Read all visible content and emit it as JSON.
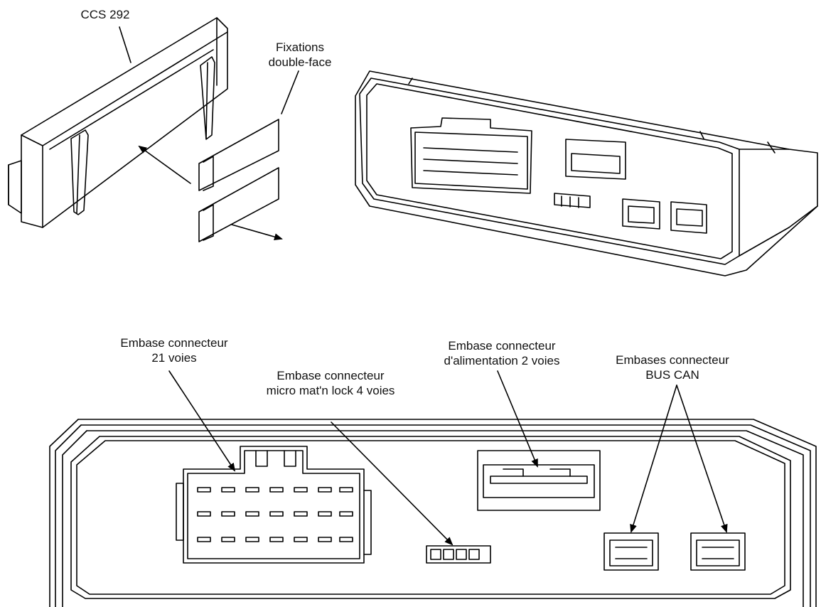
{
  "labels": {
    "ccs": "CCS 292",
    "fixations_1": "Fixations",
    "fixations_2": "double-face",
    "emb21_1": "Embase connecteur",
    "emb21_2": "21 voies",
    "micro_1": "Embase connecteur",
    "micro_2": "micro mat'n lock 4 voies",
    "alim_1": "Embase connecteur",
    "alim_2": "d'alimentation 2 voies",
    "can_1": "Embases connecteur",
    "can_2": "BUS CAN"
  },
  "stroke_color": "#000000",
  "background_color": "#ffffff"
}
